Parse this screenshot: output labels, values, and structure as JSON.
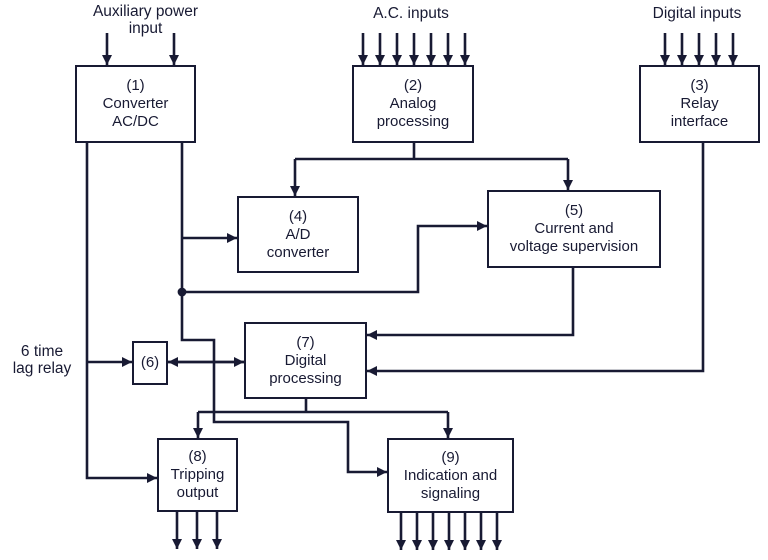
{
  "colors": {
    "ink": "#181a33",
    "background": "#ffffff"
  },
  "labels": {
    "auxiliary_power": "Auxiliary power\ninput",
    "ac_inputs": "A.C. inputs",
    "digital_inputs": "Digital inputs",
    "time_lag_relay": "6 time\nlag relay"
  },
  "boxes": {
    "b1": {
      "num": "(1)",
      "label": "Converter\nAC/DC"
    },
    "b2": {
      "num": "(2)",
      "label": "Analog\nprocessing"
    },
    "b3": {
      "num": "(3)",
      "label": "Relay\ninterface"
    },
    "b4": {
      "num": "(4)",
      "label": "A/D\nconverter"
    },
    "b5": {
      "num": "(5)",
      "label": "Current and\nvoltage supervision"
    },
    "b6": {
      "num": "(6)",
      "label": ""
    },
    "b7": {
      "num": "(7)",
      "label": "Digital\nprocessing"
    },
    "b8": {
      "num": "(8)",
      "label": "Tripping\noutput"
    },
    "b9": {
      "num": "(9)",
      "label": "Indication and\nsignaling"
    }
  },
  "connections": [
    {
      "from": "auxiliary_power_input",
      "to": "1",
      "arrows": 2
    },
    {
      "from": "ac_inputs",
      "to": "2",
      "arrows": 7
    },
    {
      "from": "digital_inputs",
      "to": "3",
      "arrows": 5
    },
    {
      "from": "2",
      "to": "4",
      "arrows": 1
    },
    {
      "from": "2",
      "to": "5",
      "arrows": 1
    },
    {
      "from": "1",
      "to": "4",
      "arrows": 1
    },
    {
      "from": "1",
      "to": "5",
      "arrows": 1
    },
    {
      "from": "1",
      "to": "6",
      "arrows": 1
    },
    {
      "from": "1",
      "to": "8",
      "arrows": 1
    },
    {
      "from": "1",
      "to": "9",
      "arrows": 1
    },
    {
      "from": "5",
      "to": "7",
      "arrows": 1
    },
    {
      "from": "3",
      "to": "7",
      "arrows": 1
    },
    {
      "from": "6",
      "to": "7",
      "bidirectional": true
    },
    {
      "from": "7",
      "to": "8",
      "arrows": 1
    },
    {
      "from": "7",
      "to": "9",
      "arrows": 1
    },
    {
      "from": "8",
      "to": "external_outputs",
      "arrows": 3
    },
    {
      "from": "9",
      "to": "external_outputs",
      "arrows": 7
    }
  ]
}
